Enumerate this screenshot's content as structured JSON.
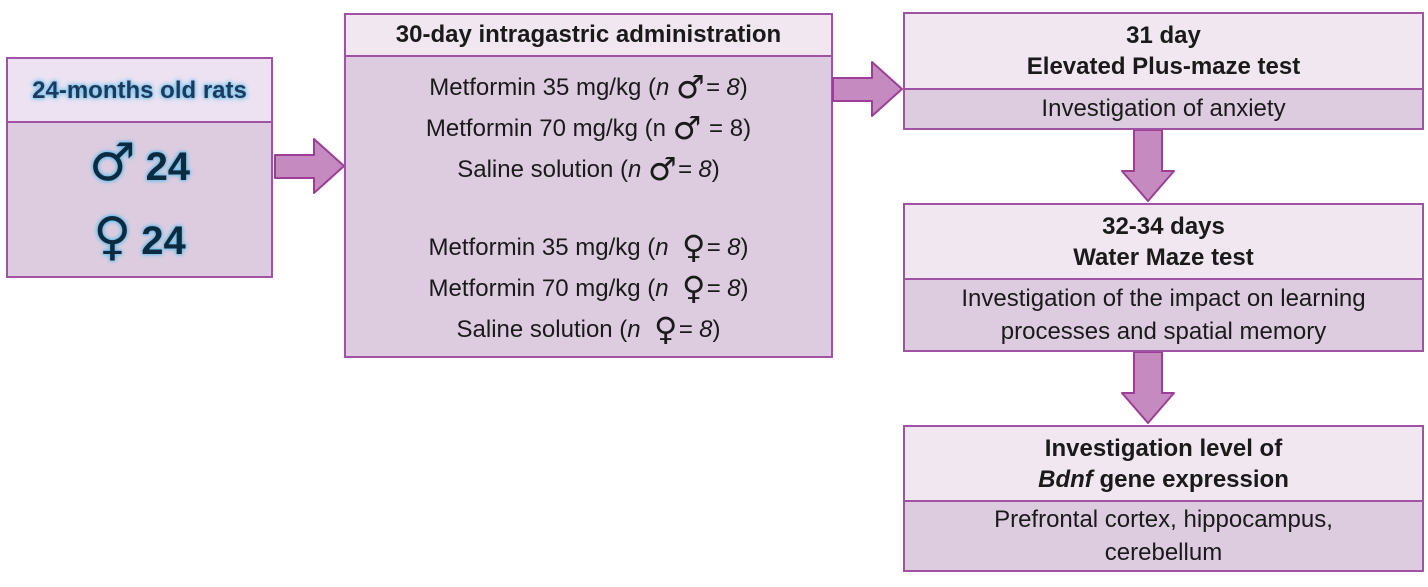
{
  "colors": {
    "box_border": "#a053a3",
    "box_header_bg": "#f1e7f1",
    "box_body_bg": "#ddcce0",
    "arrow_fill": "#c58bc1",
    "arrow_stroke": "#9c3d96",
    "text": "#1a1a1a",
    "rats_text": "#1b3a5e",
    "rats_glow": "#7cc5ec"
  },
  "icons": {
    "male_sign": "♂",
    "female_sign": "♀",
    "flow_arrow": "block-arrow"
  },
  "rats_box": {
    "header": "24-months old rats",
    "rows": [
      {
        "symbol": "♂",
        "count": "24"
      },
      {
        "symbol": "♀",
        "count": "24"
      }
    ]
  },
  "admin_box": {
    "header": "30-day intragastric administration",
    "male_lines": [
      {
        "segs": [
          [
            "Metformin 35 mg/kg (",
            ""
          ],
          [
            "n",
            "i"
          ],
          [
            " ",
            ""
          ],
          [
            "♂",
            "m"
          ],
          [
            "= 8",
            "i"
          ],
          [
            ")",
            ""
          ]
        ]
      },
      {
        "segs": [
          [
            "Metformin 70 mg/kg (",
            ""
          ],
          [
            "n ",
            ""
          ],
          [
            "♂",
            "m"
          ],
          [
            " = 8",
            ""
          ],
          [
            ")",
            ""
          ]
        ]
      },
      {
        "segs": [
          [
            "Saline solution (",
            ""
          ],
          [
            "n",
            "i"
          ],
          [
            " ",
            ""
          ],
          [
            "♂",
            "m"
          ],
          [
            "= 8",
            "i"
          ],
          [
            ")",
            ""
          ]
        ]
      }
    ],
    "female_lines": [
      {
        "segs": [
          [
            "Metformin 35 mg/kg (",
            ""
          ],
          [
            "n",
            "i"
          ],
          [
            "  ",
            ""
          ],
          [
            "♀",
            "f"
          ],
          [
            "= 8",
            "i"
          ],
          [
            ")",
            ""
          ]
        ]
      },
      {
        "segs": [
          [
            "Metformin 70 mg/kg (",
            ""
          ],
          [
            "n",
            "i"
          ],
          [
            "  ",
            ""
          ],
          [
            "♀",
            "f"
          ],
          [
            "= 8",
            "i"
          ],
          [
            ")",
            ""
          ]
        ]
      },
      {
        "segs": [
          [
            "Saline solution (",
            ""
          ],
          [
            "n",
            "i"
          ],
          [
            "  ",
            ""
          ],
          [
            "♀",
            "f"
          ],
          [
            "= 8",
            "i"
          ],
          [
            ")",
            ""
          ]
        ]
      }
    ]
  },
  "plus_maze_box": {
    "header_line1": "31 day",
    "header_line2": "Elevated Plus-maze test",
    "body": "Investigation of anxiety"
  },
  "water_maze_box": {
    "header_line1": "32-34 days",
    "header_line2": "Water Maze test",
    "body": "Investigation of the impact on learning processes and spatial memory"
  },
  "bdnf_box": {
    "header_line1": "Investigation level of",
    "header_line2_gene": "Bdnf",
    "header_line2_rest": " gene expression",
    "body": "Prefrontal cortex, hippocampus, cerebellum"
  }
}
